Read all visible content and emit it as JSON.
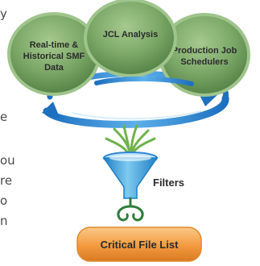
{
  "nodes": {
    "smf": {
      "line1": "Real-time &",
      "line2": "Historical SMF",
      "line3": "Data"
    },
    "jcl": {
      "label": "JCL Analysis"
    },
    "scheduler": {
      "line1": "Production Job",
      "line2": "Schedulers"
    }
  },
  "filters_label": "Filters",
  "output_label": "Critical File List",
  "left_text_fragments": [
    "y",
    "e",
    "ou",
    "re",
    "o",
    "n"
  ],
  "colors": {
    "bubble_fill": "#6a9a57",
    "bubble_stroke": "#9fc48c",
    "arrow": "#2f86d7",
    "funnel": "#3aa4df",
    "output_fill": "#f39a3f",
    "text_dark": "#2b2b2b"
  }
}
